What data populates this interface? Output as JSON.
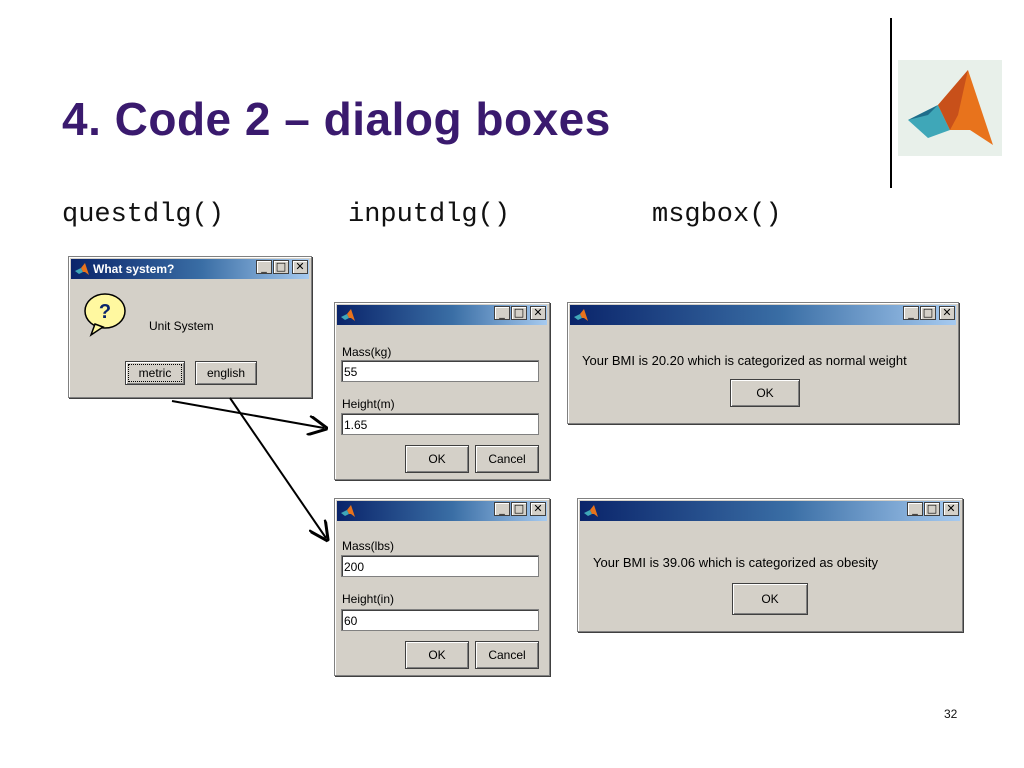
{
  "slide": {
    "title": "4. Code 2 – dialog boxes",
    "page_number": "32",
    "fn_labels": [
      "questdlg()",
      "inputdlg()",
      "msgbox()"
    ]
  },
  "questdlg": {
    "title": "What system?",
    "question": "Unit System",
    "icon": "question-icon",
    "buttons": [
      "metric",
      "english"
    ]
  },
  "inputdlg_metric": {
    "prompt1": "Mass(kg)",
    "value1": "55",
    "prompt2": "Height(m)",
    "value2": "1.65",
    "ok_label": "OK",
    "cancel_label": "Cancel"
  },
  "inputdlg_english": {
    "prompt1": "Mass(lbs)",
    "value1": "200",
    "prompt2": "Height(in)",
    "value2": "60",
    "ok_label": "OK",
    "cancel_label": "Cancel"
  },
  "msgbox_normal": {
    "message": "Your BMI is 20.20 which is categorized as normal weight",
    "ok_label": "OK"
  },
  "msgbox_obesity": {
    "message": "Your BMI is 39.06 which is categorized as obesity",
    "ok_label": "OK"
  },
  "window_buttons": {
    "minimize": "_",
    "maximize": "□",
    "close": "✕"
  },
  "colors": {
    "title": "#3a1a6e",
    "titlebar_start": "#0a246a",
    "titlebar_end": "#a6caf0",
    "dialog_bg": "#d4d0c8"
  }
}
